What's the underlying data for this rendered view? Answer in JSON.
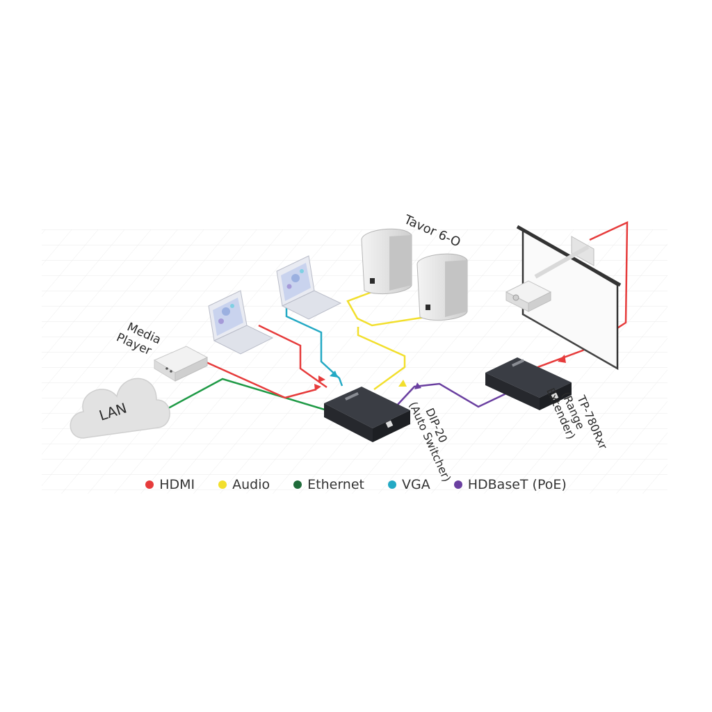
{
  "colors": {
    "hdmi": "#e63b3b",
    "audio": "#f2df2c",
    "ethernet": "#1f9a46",
    "vga": "#23a9c4",
    "hdbaset": "#6a3fa0"
  },
  "labels": {
    "media_player": [
      "Media",
      "Player"
    ],
    "lan": "LAN",
    "speakers": "Tavor 6-O",
    "switcher": [
      "DIP-20",
      "(Auto Switcher)"
    ],
    "extender": [
      "TP-780Rxr",
      "(Range",
      "Extender)"
    ]
  },
  "legend": [
    {
      "label": "HDMI",
      "color": "#e63b3b"
    },
    {
      "label": "Audio",
      "color": "#f2df2c"
    },
    {
      "label": "Ethernet",
      "color": "#1f6b3a"
    },
    {
      "label": "VGA",
      "color": "#23a9c4"
    },
    {
      "label": "HDBaseT (PoE)",
      "color": "#6a3fa0"
    }
  ]
}
